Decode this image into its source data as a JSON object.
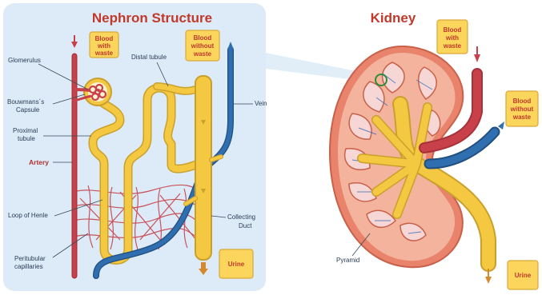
{
  "nephron": {
    "title": "Nephron  Structure",
    "labels": {
      "glomerulus": "Glomerulus",
      "bowman_line1": "Bouwmans´s",
      "bowman_line2": "Capsule",
      "proximal_line1": "Proximal",
      "proximal_line2": "tubule",
      "artery": "Artery",
      "loop": "Loop of Henle",
      "peritubular_line1": "Peritubular",
      "peritubular_line2": "capillaries",
      "distal": "Distal tubule",
      "vein": "Vein",
      "collecting_line1": "Collecting",
      "collecting_line2": "Duct"
    },
    "boxes": {
      "blood_waste": [
        "Blood",
        "with",
        "waste"
      ],
      "blood_no_waste": [
        "Blood",
        "without",
        "waste"
      ],
      "urine": "Urine"
    }
  },
  "kidney": {
    "title": "Kidney",
    "labels": {
      "pyramid": "Pyramid"
    },
    "boxes": {
      "blood_waste": [
        "Blood",
        "with",
        "waste"
      ],
      "blood_no_waste": [
        "Blood",
        "without",
        "waste"
      ],
      "urine": "Urine"
    }
  },
  "colors": {
    "panel_bg": "#dcebf7",
    "artery": "#c8414a",
    "vein": "#2f6fb0",
    "tubule": "#f5c842",
    "box_fill": "#fbd55c",
    "kidney_outer": "#e9836c",
    "kidney_cortex": "#f3b39c",
    "pyramid": "#f7d6d6"
  }
}
